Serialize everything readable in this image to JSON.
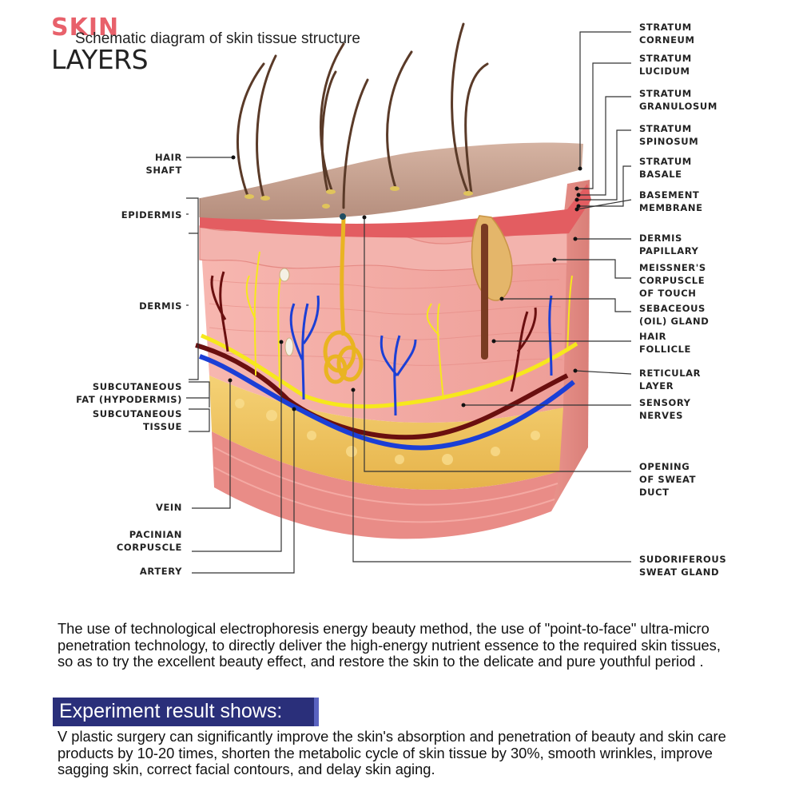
{
  "header": {
    "brand_skin": "SKIN",
    "brand_layers": "LAYERS",
    "subtitle": "Schematic diagram of skin tissue structure"
  },
  "labels_left": [
    {
      "key": "hair_shaft",
      "text": "HAIR\nSHAFT"
    },
    {
      "key": "epidermis",
      "text": "EPIDERMIS"
    },
    {
      "key": "dermis",
      "text": "DERMIS"
    },
    {
      "key": "subcutaneous_fat",
      "text": "SUBCUTANEOUS\nFAT (HYPODERMIS)"
    },
    {
      "key": "subcutaneous_tissue",
      "text": "SUBCUTANEOUS\nTISSUE"
    },
    {
      "key": "vein",
      "text": "VEIN"
    },
    {
      "key": "pacinian",
      "text": "PACINIAN\nCORPUSCLE"
    },
    {
      "key": "artery",
      "text": "ARTERY"
    }
  ],
  "labels_right": [
    {
      "key": "stratum_corneum",
      "text": "STRATUM\nCORNEUM"
    },
    {
      "key": "stratum_lucidum",
      "text": "STRATUM\nLUCIDUM"
    },
    {
      "key": "stratum_granulosum",
      "text": "STRATUM\nGRANULOSUM"
    },
    {
      "key": "stratum_spinosum",
      "text": "STRATUM\nSPINOSUM"
    },
    {
      "key": "stratum_basale",
      "text": "STRATUM\nBASALE"
    },
    {
      "key": "basement_membrane",
      "text": "BASEMENT\nMEMBRANE"
    },
    {
      "key": "dermis_papillary",
      "text": "DERMIS\nPAPILLARY"
    },
    {
      "key": "meissner",
      "text": "MEISSNER'S\nCORPUSCLE\nOF TOUCH"
    },
    {
      "key": "sebaceous",
      "text": "SEBACEOUS\n(OIL) GLAND"
    },
    {
      "key": "hair_follicle",
      "text": "HAIR\nFOLLICLE"
    },
    {
      "key": "reticular",
      "text": "RETICULAR\nLAYER"
    },
    {
      "key": "sensory",
      "text": "SENSORY\nNERVES"
    },
    {
      "key": "sweat_duct",
      "text": "OPENING\nOF SWEAT\nDUCT"
    },
    {
      "key": "sweat_gland",
      "text": "SUDORIFEROUS\nSWEAT GLAND"
    }
  ],
  "body": {
    "paragraph1": "The use of technological electrophoresis energy beauty method, the use of \"point-to-face\" ultra-micro penetration technology, to directly deliver the high-energy nutrient essence to the required skin tissues, so as to try the excellent beauty effect, and restore the skin to the delicate and pure youthful period .",
    "result_title": "Experiment result shows:",
    "paragraph2": "V plastic surgery can significantly improve the skin's absorption and penetration of beauty and skin care products by 10-20 times, shorten the metabolic cycle of skin tissue by 30%, smooth wrinkles, improve sagging skin, correct facial contours, and delay skin aging."
  },
  "colors": {
    "brand_red": "#e8616b",
    "banner": "#2a2f7a",
    "epidermis_top": "#c9a08e",
    "dermis": "#f2a8a3",
    "fat": "#f0c65a",
    "vein": "#1b3fd6",
    "artery": "#6a0f0f",
    "nerve": "#f6e81c"
  }
}
